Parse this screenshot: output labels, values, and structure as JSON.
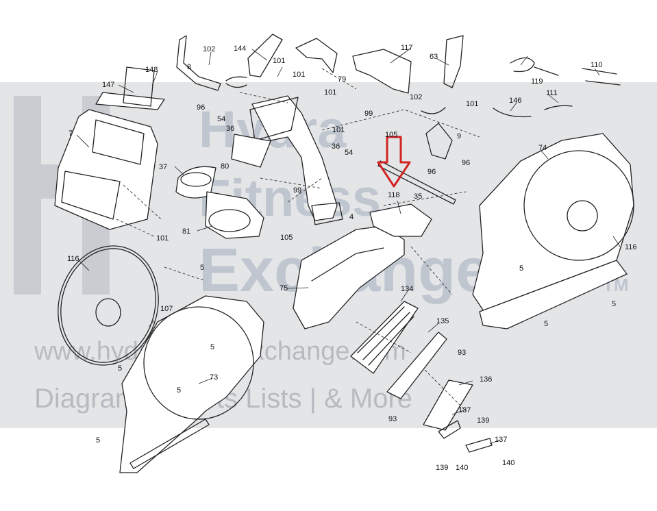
{
  "watermark": {
    "line1": "Hydra",
    "line2": "Fitness",
    "line3": "Exchange",
    "tm": "TM",
    "url": "www.hydrafitnessexchange.com",
    "tagline": "Diagrams | Parts Lists | & More"
  },
  "callouts": {
    "c102a": "102",
    "c144": "144",
    "c8": "8",
    "c101a": "101",
    "c148": "148",
    "c147": "147",
    "c96a": "96",
    "c54a": "54",
    "c36a": "36",
    "c101b": "101",
    "c101c": "101",
    "c79": "79",
    "c117": "117",
    "c63": "63",
    "c102b": "102",
    "c101d": "101",
    "c119": "119",
    "c110": "110",
    "c111": "111",
    "c146": "146",
    "c7": "7",
    "c37": "37",
    "c80": "80",
    "c99a": "99",
    "c101e": "101",
    "c36b": "36",
    "c54b": "54",
    "c105a": "105",
    "c9": "9",
    "c96b": "96",
    "c96c": "96",
    "c74": "74",
    "c118": "118",
    "c35": "35",
    "c99b": "99",
    "c81": "81",
    "c4": "4",
    "c105b": "105",
    "c101f": "101",
    "c116a": "116",
    "c116b": "116",
    "c5a": "5",
    "c5b": "5",
    "c5c": "5",
    "c5d": "5",
    "c5e": "5",
    "c5f": "5",
    "c5g": "5",
    "c5h": "5",
    "c75": "75",
    "c134": "134",
    "c135": "135",
    "c107": "107",
    "c73": "73",
    "c93a": "93",
    "c93b": "93",
    "c136": "136",
    "c137a": "137",
    "c137b": "137",
    "c139a": "139",
    "c139b": "139",
    "c140a": "140",
    "c140b": "140"
  },
  "colors": {
    "highlight_arrow": "#d22222",
    "watermark": "#7f8fa8"
  }
}
